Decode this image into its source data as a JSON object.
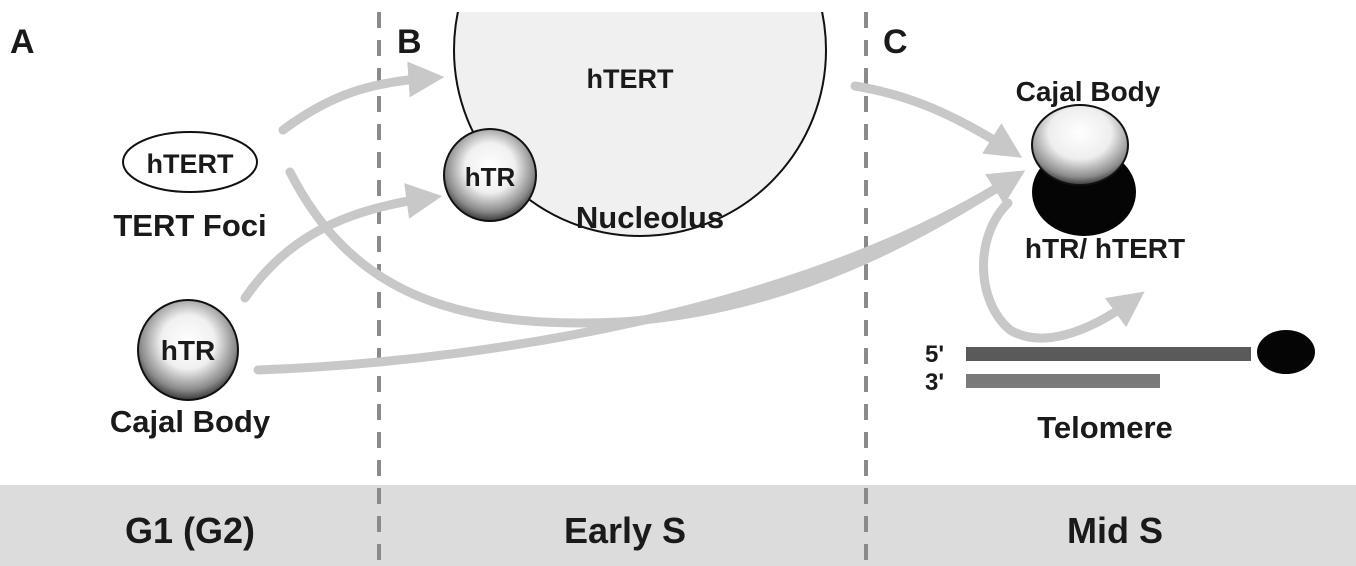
{
  "panels": {
    "a": {
      "letter": "A"
    },
    "b": {
      "letter": "B"
    },
    "c": {
      "letter": "C"
    }
  },
  "phases": {
    "g1": "G1 (G2)",
    "early_s": "Early S",
    "mid_s": "Mid S"
  },
  "labels": {
    "tert_foci_oval": "hTERT",
    "tert_foci": "TERT Foci",
    "htr_sphere_a": "hTR",
    "cajal_body_a": "Cajal Body",
    "nucleolus_hTERT": "hTERT",
    "htr_sphere_b": "hTR",
    "nucleolus": "Nucleolus",
    "cajal_body_c": "Cajal Body",
    "htr_htert": "hTR/ hTERT",
    "five_prime": "5'",
    "three_prime": "3'",
    "telomere": "Telomere"
  },
  "colors": {
    "arrow": "#c8c8c8",
    "divider": "#8a8a8a",
    "phase_band": "#dcdcdc",
    "strand_5": "#5a5a5a",
    "strand_3": "#7a7a7a"
  }
}
